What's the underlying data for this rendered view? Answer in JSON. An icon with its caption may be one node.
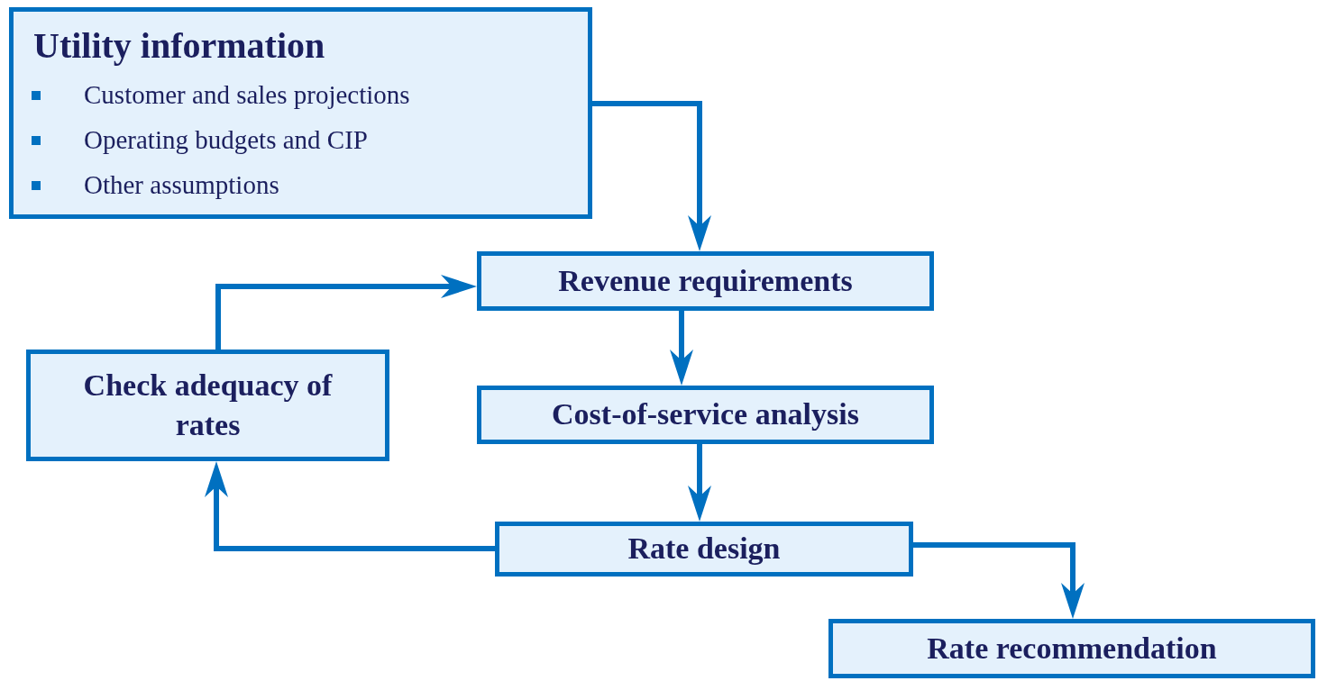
{
  "diagram": {
    "nodes": [
      {
        "text": [
          "Utility information",
          "Customer and sales projections",
          "Operating budgets and CIP",
          "Other assumptions"
        ]
      },
      {
        "text": [
          "Revenue requirements"
        ]
      },
      {
        "text": [
          "Cost-of-service analysis"
        ]
      },
      {
        "text": [
          "Rate design"
        ]
      },
      {
        "text": [
          "Check adequacy of rates"
        ]
      },
      {
        "text": [
          "Rate recommendation"
        ]
      }
    ],
    "edges": [
      {
        "from": 0,
        "to": 1,
        "arrow": "to"
      },
      {
        "from": 1,
        "to": 2,
        "arrow": "to"
      },
      {
        "from": 2,
        "to": 3,
        "arrow": "to"
      },
      {
        "from": 3,
        "to": 4,
        "arrow": "to"
      },
      {
        "from": 4,
        "to": 1,
        "arrow": "to"
      },
      {
        "from": 3,
        "to": 5,
        "arrow": "to"
      }
    ]
  }
}
